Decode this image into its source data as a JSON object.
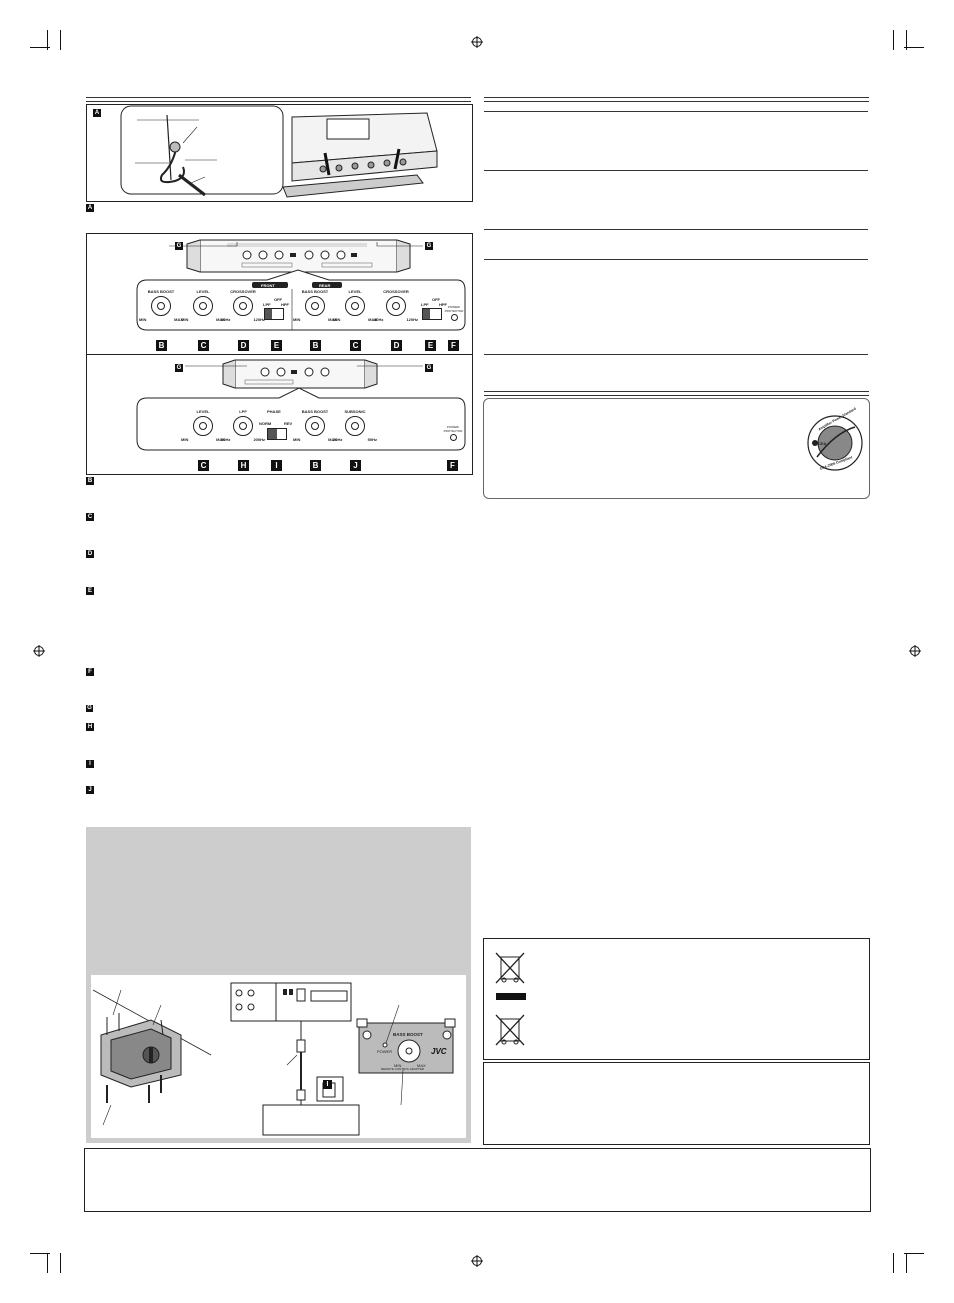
{
  "section_a": {
    "label": "A",
    "caption_tag": "A"
  },
  "panel_4ch": {
    "tag_g": "G",
    "bottom_tags": [
      "B",
      "C",
      "D",
      "E",
      "B",
      "C",
      "D",
      "E",
      "F"
    ],
    "front_badge": "FRONT",
    "rear_badge": "REAR",
    "knobs": [
      {
        "name": "BASS BOOST",
        "min": "MIN",
        "max": "MAX"
      },
      {
        "name": "LEVEL",
        "min": "MIN",
        "max": "MAX"
      },
      {
        "name": "CROSSOVER",
        "min": "80Hz",
        "max": "120Hz"
      },
      {
        "name": "BASS BOOST",
        "min": "MIN",
        "max": "MAX"
      },
      {
        "name": "LEVEL",
        "min": "MIN",
        "max": "MAX"
      },
      {
        "name": "CROSSOVER",
        "min": "80Hz",
        "max": "120Hz"
      }
    ],
    "switch_labels": {
      "off": "OFF",
      "lpf": "LPF",
      "hpf": "HPF"
    },
    "indicator": "POWER/ PROTECTOR"
  },
  "panel_mono": {
    "tag_g": "G",
    "bottom_tags": [
      "C",
      "H",
      "I",
      "B",
      "J",
      "F"
    ],
    "knobs": [
      {
        "name": "LEVEL",
        "min": "MIN",
        "max": "MAX"
      },
      {
        "name": "LPF",
        "min": "50Hz",
        "max": "200Hz"
      },
      {
        "name": "BASS BOOST",
        "min": "MIN",
        "max": "MAX"
      },
      {
        "name": "SUBSONIC",
        "min": "20Hz",
        "max": "50Hz"
      }
    ],
    "phase": {
      "title": "PHASE",
      "norm": "NORM",
      "rev": "REV"
    },
    "indicator": "POWER/ PROTECTOR"
  },
  "left_tags": [
    "B",
    "C",
    "D",
    "E",
    "F",
    "G",
    "H",
    "I",
    "J"
  ],
  "remote": {
    "title": "BASS BOOST",
    "power": "POWER",
    "min": "MIN",
    "max": "MAX",
    "brand": "JVC",
    "footer": "REMOTE CONTROL ADAPTER"
  },
  "cea_logo": {
    "top": "Amplifier Power Standard",
    "bottom": "CEA-2006 Compliant",
    "mark": "CEA"
  },
  "colors": {
    "gray_panel": "#cdcdcd",
    "ink": "#111111"
  }
}
